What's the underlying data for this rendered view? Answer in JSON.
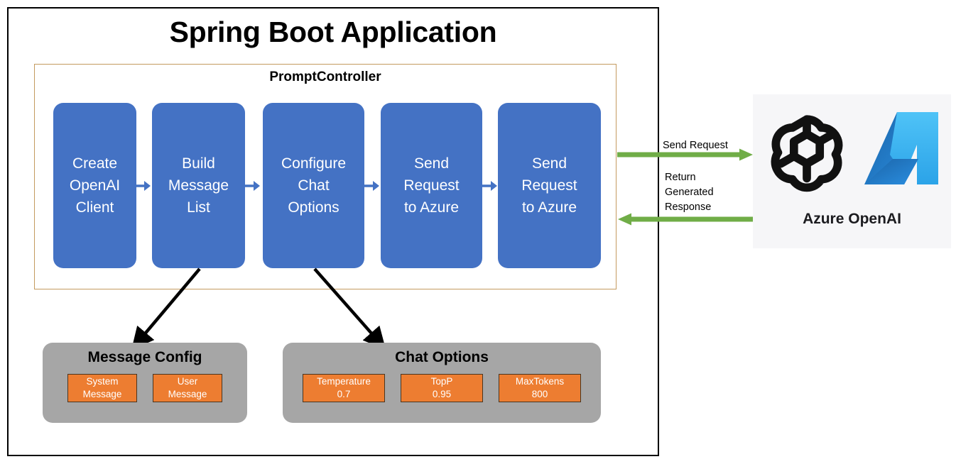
{
  "diagram": {
    "title": "Spring Boot Application",
    "controller": {
      "title": "PromptController",
      "steps": [
        {
          "label": "Create\nOpenAI\nClient",
          "name": "create-openai-client"
        },
        {
          "label": "Build\nMessage\nList",
          "name": "build-message-list"
        },
        {
          "label": "Configure\nChat\nOptions",
          "name": "configure-chat-options"
        },
        {
          "label": "Send\nRequest\nto Azure",
          "name": "send-request-to-azure-1"
        },
        {
          "label": "Send\nRequest\nto Azure",
          "name": "send-request-to-azure-2"
        }
      ]
    },
    "flows": [
      {
        "label": "Send Request",
        "direction": "outbound"
      },
      {
        "label": "Return\nGenerated\nResponse",
        "direction": "inbound"
      }
    ],
    "external_service": {
      "caption": "Azure OpenAI",
      "logos": [
        "openai-logo",
        "azure-logo"
      ]
    },
    "panels": [
      {
        "title": "Message Config",
        "name": "message-config",
        "chips": [
          {
            "name": "System",
            "value": "Message"
          },
          {
            "name": "User",
            "value": "Message"
          }
        ]
      },
      {
        "title": "Chat Options",
        "name": "chat-options",
        "chips": [
          {
            "name": "Temperature",
            "value": "0.7"
          },
          {
            "name": "TopP",
            "value": "0.95"
          },
          {
            "name": "MaxTokens",
            "value": "800"
          }
        ]
      }
    ],
    "colors": {
      "step_fill": "#4472c4",
      "panel_fill": "#a6a6a6",
      "chip_fill": "#ed7d31",
      "controller_border": "#c49a5f",
      "flow_arrow": "#70ad47",
      "frame_border": "#000000"
    }
  }
}
